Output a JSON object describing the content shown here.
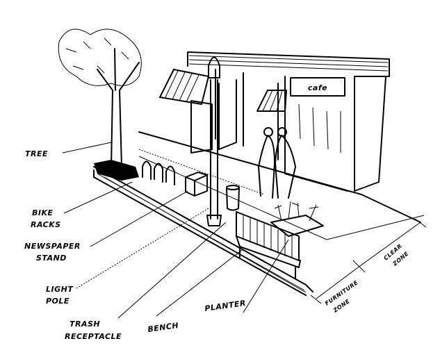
{
  "diagram": {
    "labels": {
      "tree": "TREE",
      "bike_racks_1": "BIKE",
      "bike_racks_2": "RACKS",
      "newspaper_stand_1": "NEWSPAPER",
      "newspaper_stand_2": "STAND",
      "light_pole_1": "LIGHT",
      "light_pole_2": "POLE",
      "trash_receptacle_1": "TRASH",
      "trash_receptacle_2": "RECEPTACLE",
      "bench": "BENCH",
      "planter": "PLANTER",
      "furniture_zone_1": "FURNITURE",
      "furniture_zone_2": "ZONE",
      "clear_zone_1": "CLEAR",
      "clear_zone_2": "ZONE"
    },
    "cafe_sign": "cafe"
  }
}
